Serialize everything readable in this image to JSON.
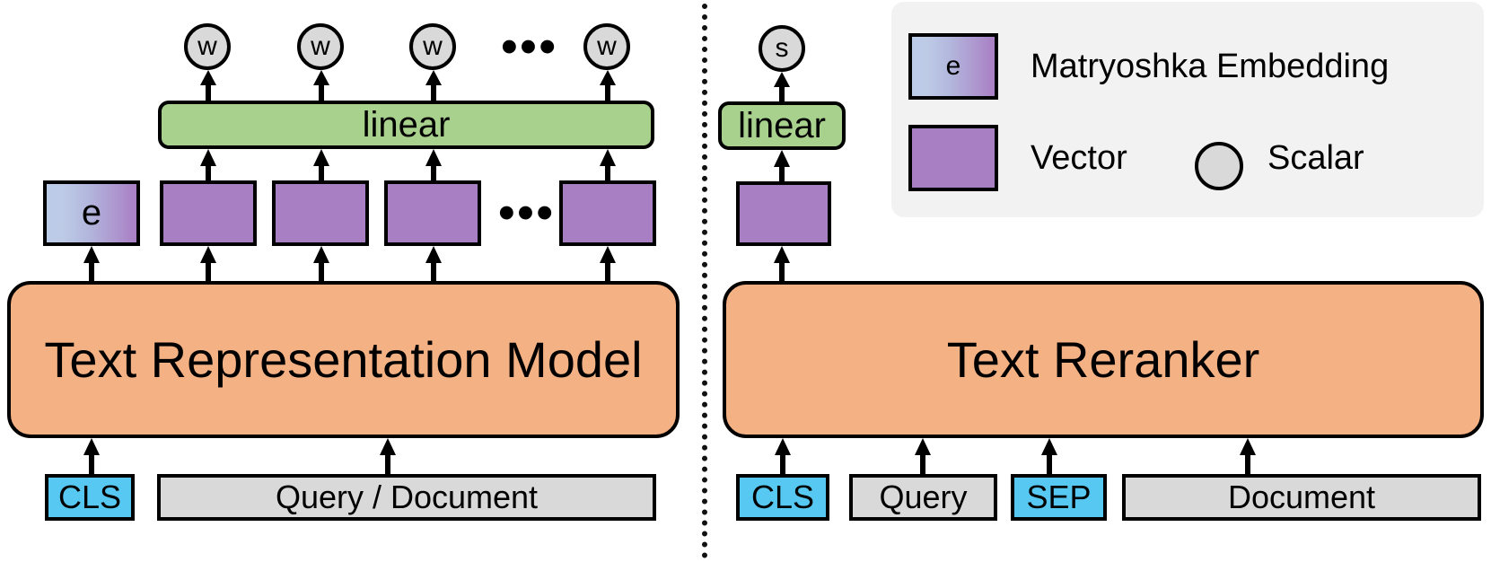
{
  "diagram": {
    "title": "Text Representation Model and Text Reranker architecture",
    "colors": {
      "vector": "#a97fc4",
      "gradient_start": "#bccbe8",
      "gradient_end": "#a97fc4",
      "linear": "#a9d18e",
      "model": "#f4b183",
      "special_token": "#57c8f2",
      "plain_token": "#d9d9d9",
      "scalar": "#d9d9d9",
      "legend_bg": "#f2f2f2",
      "stroke": "#000000"
    }
  },
  "left_panel": {
    "model_label": "Text Representation Model",
    "linear_label": "linear",
    "embedding_label": "e",
    "outputs": [
      {
        "label": "w"
      },
      {
        "label": "w"
      },
      {
        "label": "w"
      },
      {
        "label": "w"
      }
    ],
    "output_ellipsis": "•••",
    "vector_ellipsis": "•••",
    "input_tokens": [
      {
        "label": "CLS",
        "kind": "special"
      },
      {
        "label": "Query / Document",
        "kind": "plain"
      }
    ]
  },
  "right_panel": {
    "model_label": "Text Reranker",
    "linear_label": "linear",
    "score_label": "s",
    "input_tokens": [
      {
        "label": "CLS",
        "kind": "special"
      },
      {
        "label": "Query",
        "kind": "plain"
      },
      {
        "label": "SEP",
        "kind": "special"
      },
      {
        "label": "Document",
        "kind": "plain"
      }
    ]
  },
  "legend": {
    "items": [
      {
        "swatch": "gradient-square",
        "inner_label": "e",
        "label": "Matryoshka Embedding"
      },
      {
        "swatch": "solid-square",
        "inner_label": "",
        "label": "Vector"
      },
      {
        "swatch": "circle",
        "inner_label": "",
        "label": "Scalar"
      }
    ]
  }
}
